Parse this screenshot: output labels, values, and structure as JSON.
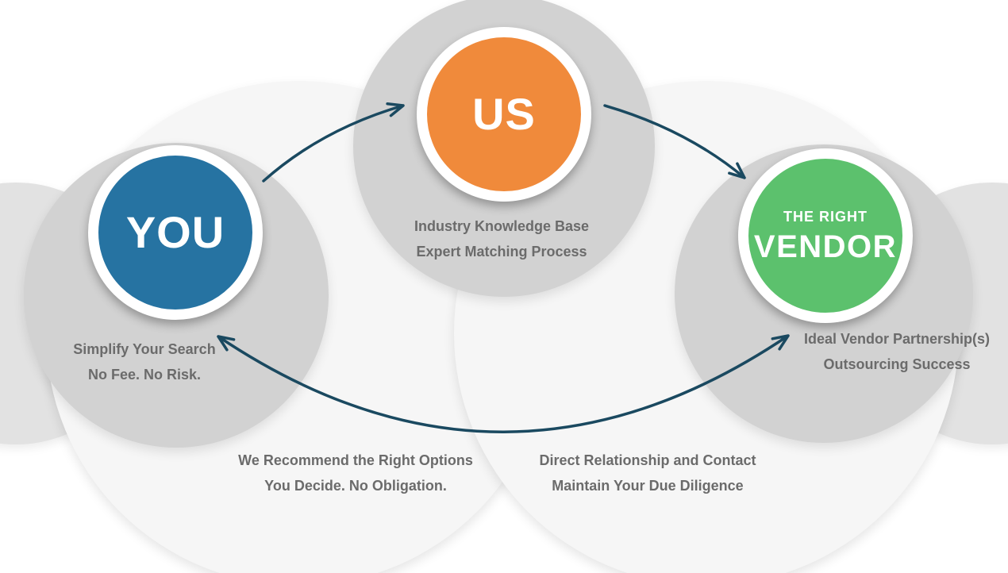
{
  "diagram": {
    "description": "Three-circle vendor matching process diagram",
    "nodes": {
      "you": {
        "label": "YOU",
        "color": "#2673a2"
      },
      "us": {
        "label": "US",
        "color": "#f08a3b"
      },
      "vendor": {
        "label_top": "THE RIGHT",
        "label": "VENDOR",
        "color": "#5cc16d"
      }
    },
    "captions": {
      "us": {
        "line1": "Industry Knowledge Base",
        "line2": "Expert Matching Process"
      },
      "you": {
        "line1": "Simplify Your Search",
        "line2": "No Fee. No Risk."
      },
      "vendor": {
        "line1": "Ideal Vendor Partnership(s)",
        "line2": "Outsourcing Success"
      },
      "bottom_left": {
        "line1": "We Recommend the Right Options",
        "line2": "You Decide. No Obligation."
      },
      "bottom_right": {
        "line1": "Direct Relationship and Contact",
        "line2": "Maintain Your Due Diligence"
      }
    },
    "arrows": {
      "you_to_us": "curved arrow from YOU up to US",
      "us_to_vendor": "curved arrow from US down to VENDOR",
      "vendor_you_bottom": "double-headed curved arrow between YOU and VENDOR along the bottom"
    },
    "colors": {
      "arrow": "#1a4960",
      "caption_text": "#6b6b6b",
      "gray_bubble": "#d2d2d2",
      "edge_bubble": "#e2e2e2",
      "light_bubble": "#f6f6f6"
    }
  }
}
